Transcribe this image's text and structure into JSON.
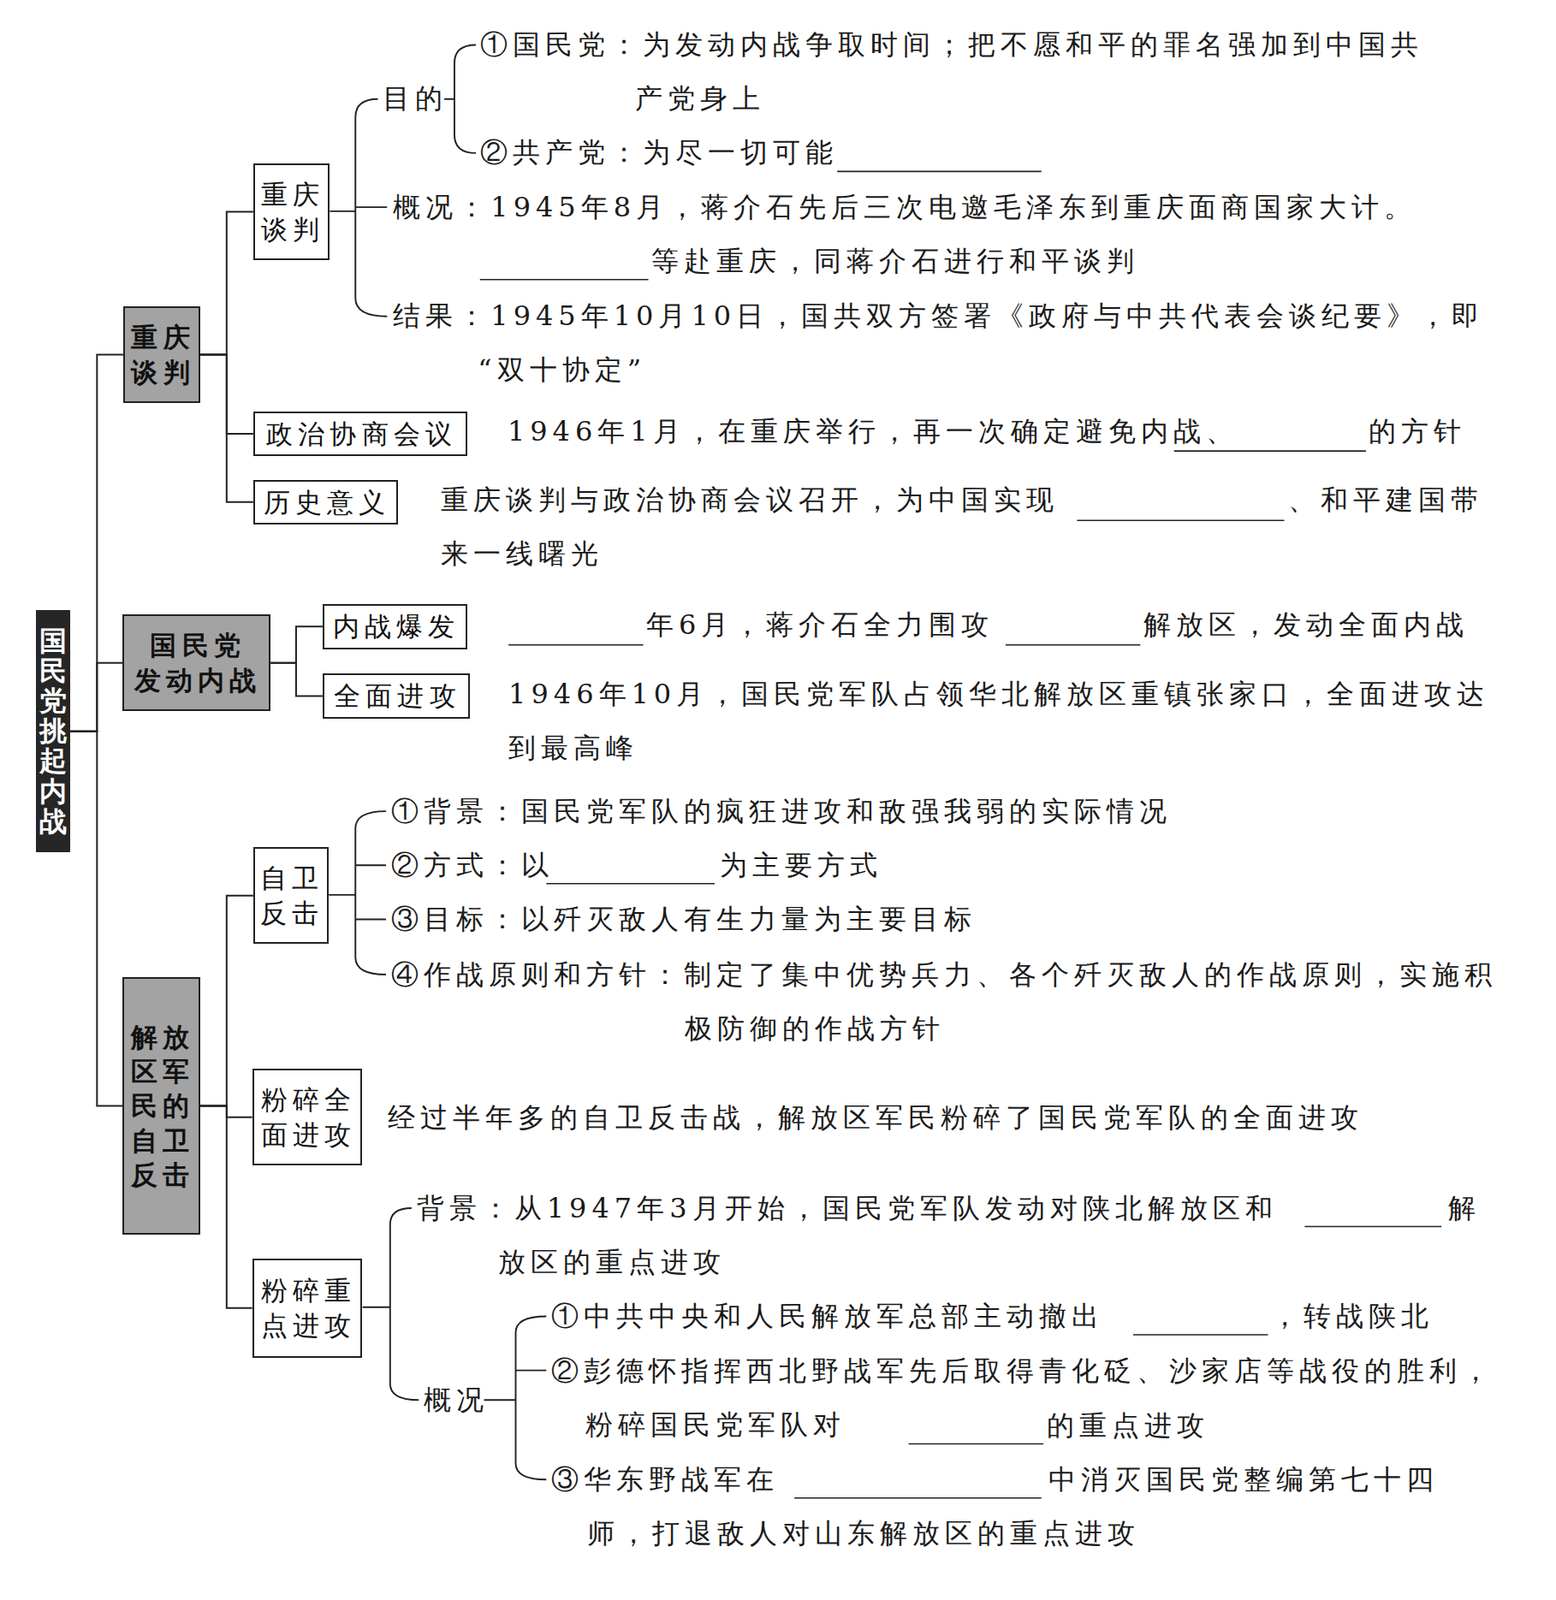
{
  "diagram": {
    "nodes": [
      {
        "text": [
          "国民党挑起内战"
        ]
      },
      {
        "text": [
          "重庆谈判"
        ]
      },
      {
        "text": [
          "国民党发动内战"
        ]
      },
      {
        "text": [
          "解放区军民的自卫反击"
        ]
      },
      {
        "text": [
          "重庆谈判"
        ]
      },
      {
        "text": [
          "政治协商会议"
        ]
      },
      {
        "text": [
          "历史意义"
        ]
      },
      {
        "text": [
          "内战爆发"
        ]
      },
      {
        "text": [
          "全面进攻"
        ]
      },
      {
        "text": [
          "自卫反击"
        ]
      },
      {
        "text": [
          "粉碎全面进攻"
        ]
      },
      {
        "text": [
          "粉碎重点进攻"
        ]
      }
    ],
    "edges": [
      {
        "from": 0,
        "to": 1,
        "arrow": "none"
      },
      {
        "from": 0,
        "to": 2,
        "arrow": "none"
      },
      {
        "from": 0,
        "to": 3,
        "arrow": "none"
      },
      {
        "from": 1,
        "to": 4,
        "arrow": "none"
      },
      {
        "from": 1,
        "to": 5,
        "arrow": "none"
      },
      {
        "from": 1,
        "to": 6,
        "arrow": "none"
      },
      {
        "from": 2,
        "to": 7,
        "arrow": "none"
      },
      {
        "from": 2,
        "to": 8,
        "arrow": "none"
      },
      {
        "from": 3,
        "to": 9,
        "arrow": "none"
      },
      {
        "from": 3,
        "to": 10,
        "arrow": "none"
      },
      {
        "from": 3,
        "to": 11,
        "arrow": "none"
      }
    ],
    "labels": [
      "目的",
      "①国民党：为发动内战争取时间；把不愿和平的罪名强加到中国共产党身上",
      "②共产党：为尽一切可能",
      "概况：1945年8月，蒋介石先后三次电邀毛泽东到重庆面商国家大计。",
      "等赴重庆，同蒋介石进行和平谈判",
      "结果：1945年10月10日，国共双方签署《政府与中共代表会谈纪要》，即“双十协定”",
      "1946年1月，在重庆举行，再一次确定避免内战、",
      "的方针",
      "重庆谈判与政治协商会议召开，为中国实现",
      "、和平建国带来一线曙光",
      "年6月，蒋介石全力围攻",
      "解放区，发动全面内战",
      "1946年10月，国民党军队占领华北解放区重镇张家口，全面进攻达到最高峰",
      "①背景：国民党军队的疯狂进攻和敌强我弱的实际情况",
      "②方式：以",
      "为主要方式",
      "③目标：以歼灭敌人有生力量为主要目标",
      "④作战原则和方针：制定了集中优势兵力、各个歼灭敌人的作战原则，实施积极防御的作战方针",
      "经过半年多的自卫反击战，解放区军民粉碎了国民党军队的全面进攻",
      "背景：从1947年3月开始，国民党军队发动对陕北解放区和",
      "解放区的重点进攻",
      "概况",
      "①中共中央和人民解放军总部主动撤出",
      "，转战陕北",
      "②彭德怀指挥西北野战军先后取得青化砭、沙家店等战役的胜利，粉碎国民党军队对",
      "的重点进攻",
      "③华东野战军在",
      "中消灭国民党整编第七十四师，打退敌人对山东解放区的重点进攻"
    ]
  }
}
